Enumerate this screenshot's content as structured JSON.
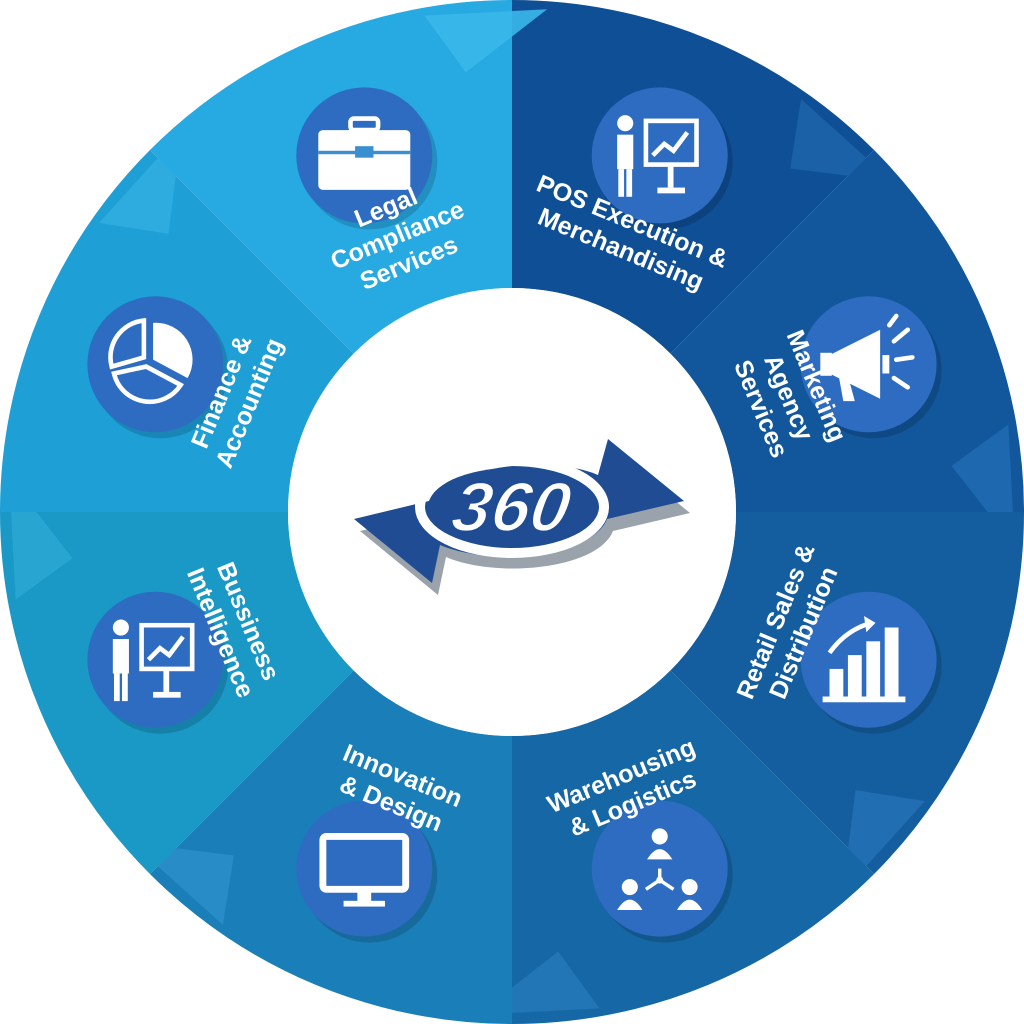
{
  "logo": {
    "text": "360",
    "colors": {
      "primary": "#1f4c93",
      "shadow": "#9aa3ab",
      "ring": "#ffffff"
    }
  },
  "center_color": "#ffffff",
  "segments": [
    {
      "id": "pos",
      "lines": [
        "POS Execution &",
        "Merchandising"
      ],
      "icon": "presentation-chart-icon",
      "color": "#0f4f95",
      "color_light": "#1c63aa"
    },
    {
      "id": "marketing",
      "lines": [
        "Marketing",
        "Agency",
        "Services"
      ],
      "icon": "megaphone-icon",
      "color": "#12569c",
      "color_light": "#1f6ab1"
    },
    {
      "id": "retail",
      "lines": [
        "Retail Sales &",
        "Distribution"
      ],
      "icon": "bar-chart-growth-icon",
      "color": "#145e9f",
      "color_light": "#2271b4"
    },
    {
      "id": "warehouse",
      "lines": [
        "Warehousing",
        "& Logistics"
      ],
      "icon": "network-people-icon",
      "color": "#1667a5",
      "color_light": "#2478b8"
    },
    {
      "id": "innovation",
      "lines": [
        "Innovation",
        "& Design"
      ],
      "icon": "monitor-icon",
      "color": "#1a7eb8",
      "color_light": "#2a8fc8"
    },
    {
      "id": "bi",
      "lines": [
        "Bussiness",
        "Intelligence"
      ],
      "icon": "presentation-chart-icon",
      "color": "#1a98c6",
      "color_light": "#2aa7d2"
    },
    {
      "id": "finance",
      "lines": [
        "Finance &",
        "Accounting"
      ],
      "icon": "pie-chart-icon",
      "color": "#1e9fd6",
      "color_light": "#30ade0"
    },
    {
      "id": "legal",
      "lines": [
        "Legal",
        "Compliance",
        "Services"
      ],
      "icon": "briefcase-icon",
      "color": "#27a9e1",
      "color_light": "#3ab7ea"
    }
  ]
}
